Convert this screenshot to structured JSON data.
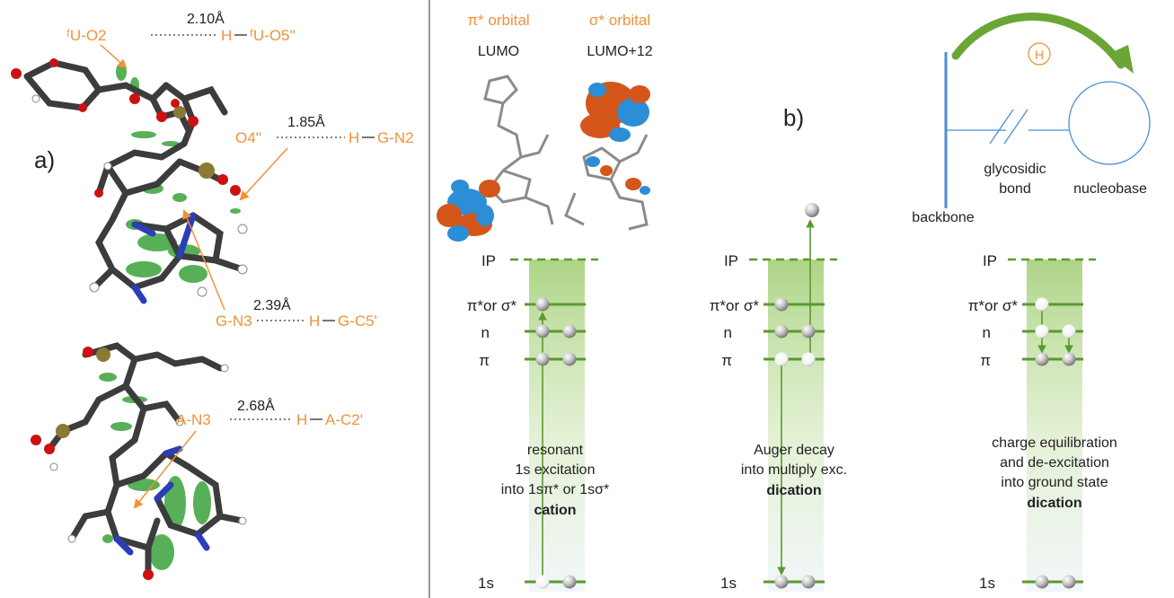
{
  "colors": {
    "orange_text": "#f0923a",
    "green_line": "#5a9a2e",
    "green_band": "#a9d27e",
    "blue_line": "#4b8ed6",
    "dark_text": "#222222"
  },
  "panel_a": {
    "label": "a)",
    "interactions": [
      {
        "acceptor": "ᶠU-O2",
        "distance": "2.10Å",
        "h": "H",
        "donor": "ᶠU-O5''"
      },
      {
        "acceptor": "O4''",
        "distance": "1.85Å",
        "h": "H",
        "donor": "G-N2"
      },
      {
        "acceptor": "G-N3",
        "distance": "2.39Å",
        "h": "H",
        "donor": "G-C5'"
      },
      {
        "acceptor": "A-N3",
        "distance": "2.68Å",
        "h": "H",
        "donor": "A-C2'"
      }
    ]
  },
  "orbitals": {
    "pi": {
      "title": "π* orbital",
      "name": "LUMO"
    },
    "sigma": {
      "title": "σ* orbital",
      "name": "LUMO+12"
    }
  },
  "panel_b": {
    "label": "b)",
    "schematic": {
      "h_label": "H",
      "backbone": "backbone",
      "glycosidic_1": "glycosidic",
      "glycosidic_2": "bond",
      "nucleobase": "nucleobase"
    },
    "levels": {
      "ip": "IP",
      "pistar_or_sigmastar": "π*or σ*",
      "n": "n",
      "pi": "π",
      "one_s": "1s"
    },
    "steps": [
      {
        "line1": "resonant",
        "line2": "1s excitation",
        "line3": "into 1sπ* or 1sσ*",
        "bold": "cation"
      },
      {
        "line1": "Auger decay",
        "line2": "into multiply exc.",
        "bold": "dication"
      },
      {
        "line1": "charge equilibration",
        "line2": "and de-excitation",
        "line3": "into ground state",
        "bold": "dication"
      }
    ]
  }
}
